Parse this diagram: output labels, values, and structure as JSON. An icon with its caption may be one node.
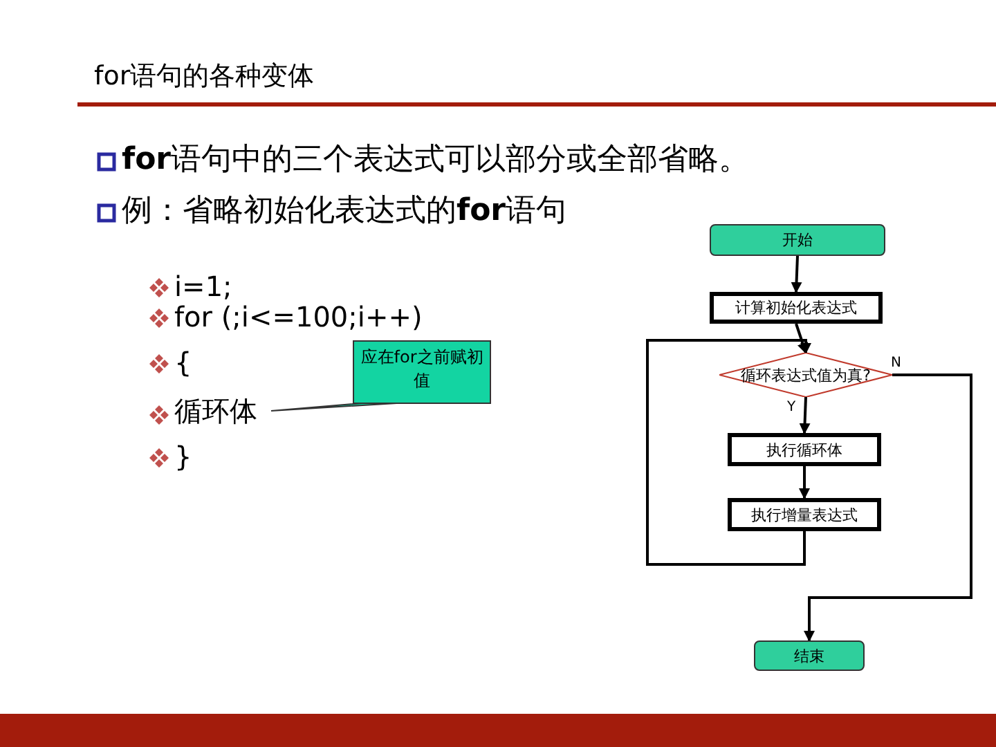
{
  "diagram": {
    "title": "for语句的各种变体",
    "nodes": [
      {
        "text": [
          "循环体"
        ]
      },
      {
        "text": [
          "应在for之前赋初值"
        ]
      },
      {
        "text": [
          "开始"
        ]
      },
      {
        "text": [
          "计算初始化表达式"
        ]
      },
      {
        "text": [
          "循环表达式值为真?"
        ]
      },
      {
        "text": [
          "执行循环体"
        ]
      },
      {
        "text": [
          "执行增量表达式"
        ]
      },
      {
        "text": [
          "结束"
        ]
      }
    ],
    "edges": [
      {
        "from": 1,
        "to": 0,
        "arrow": "none"
      },
      {
        "from": 2,
        "to": 3,
        "arrow": "to"
      },
      {
        "from": 3,
        "to": 4,
        "arrow": "to"
      },
      {
        "from": 4,
        "to": 5,
        "arrow": "to",
        "label": "Y"
      },
      {
        "from": 5,
        "to": 6,
        "arrow": "to"
      },
      {
        "from": 6,
        "to": 4,
        "arrow": "to"
      },
      {
        "from": 4,
        "to": 7,
        "arrow": "to",
        "label": "N"
      }
    ],
    "labels": [
      "**for**语句中的三个表达式可以部分或全部省略。",
      "例：省略初始化表达式的**for**语句",
      "i=1;",
      "for (;i<=100;i++)",
      "{",
      "}"
    ]
  }
}
